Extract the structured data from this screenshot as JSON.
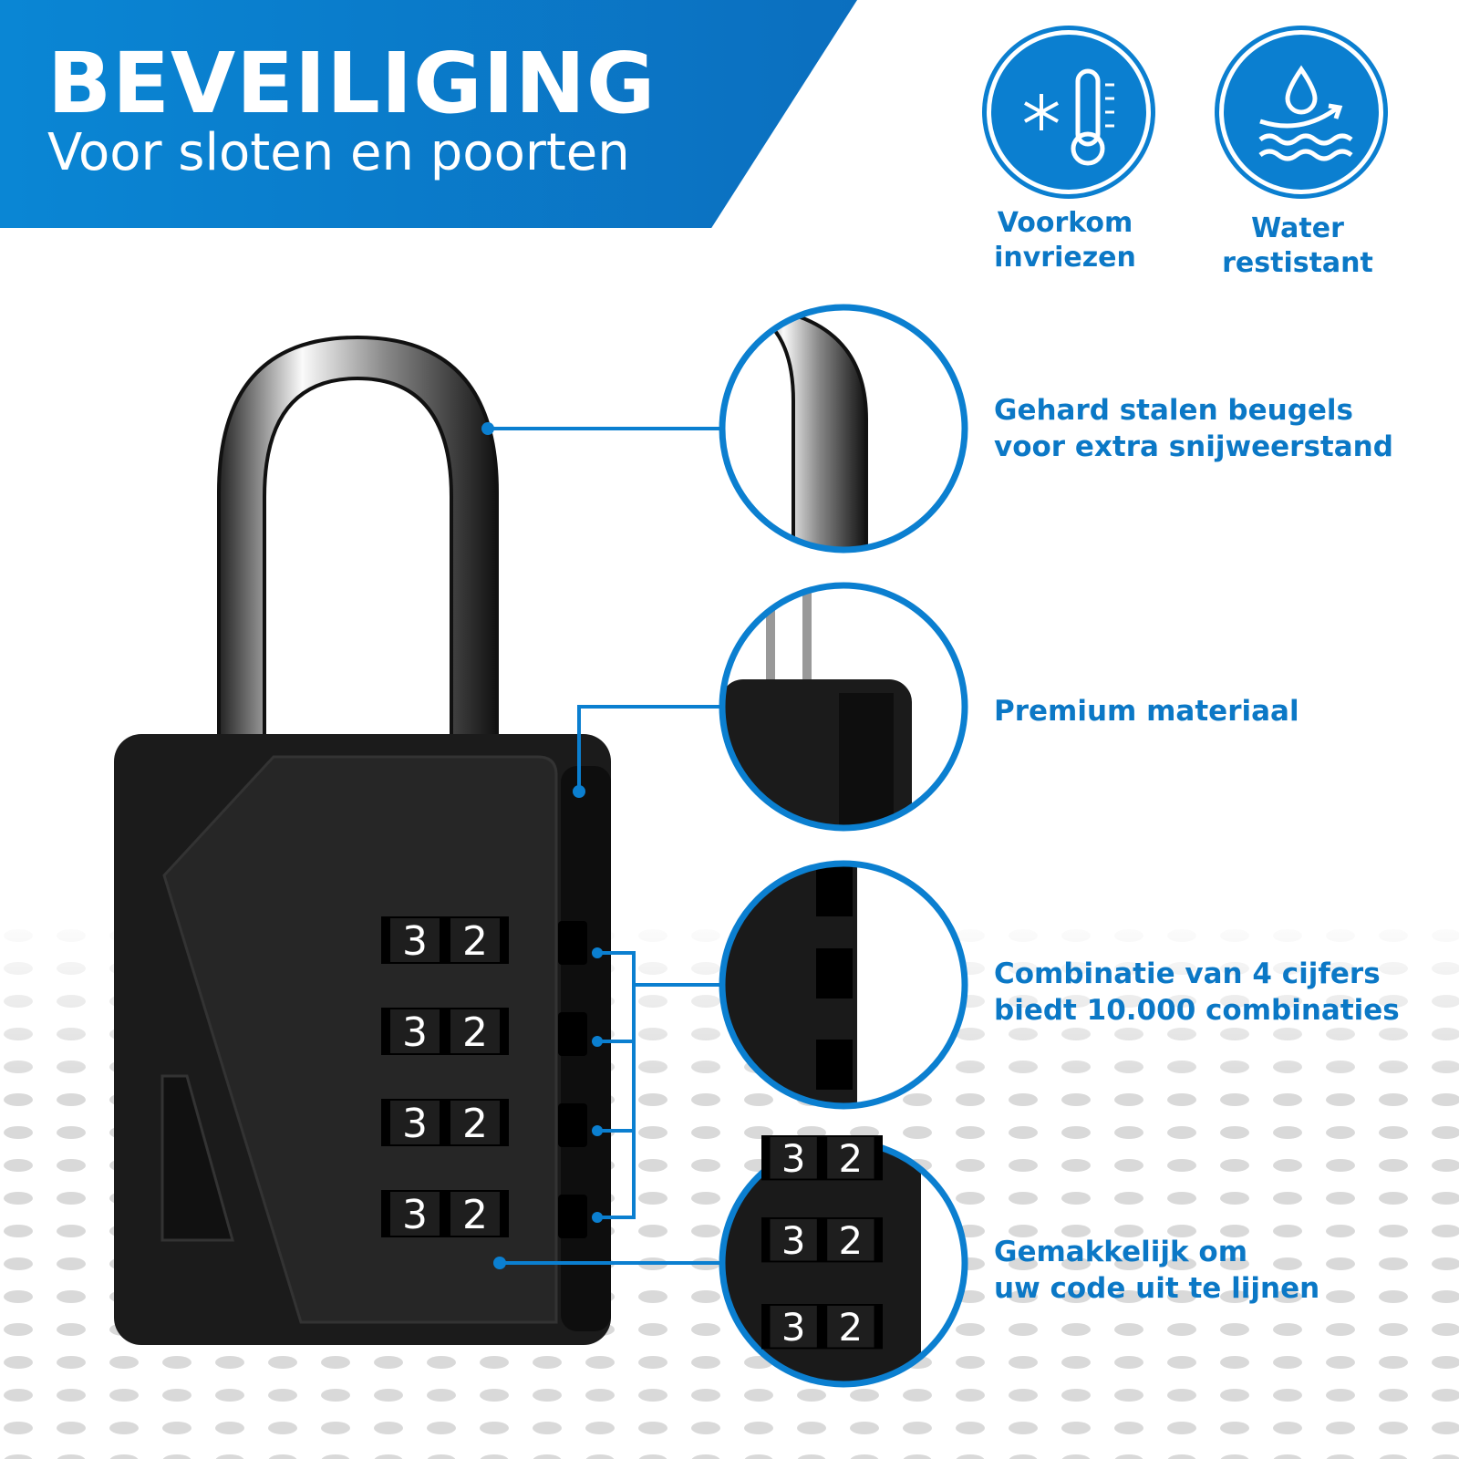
{
  "header": {
    "title": "BEVEILIGING",
    "subtitle": "Voor sloten en poorten"
  },
  "features": [
    {
      "icon": "snowflake-thermometer-icon",
      "line1": "Voorkom",
      "line2": "invriezen"
    },
    {
      "icon": "water-drop-icon",
      "line1": "Water",
      "line2": "restistant"
    }
  ],
  "callouts": [
    {
      "line1": "Gehard stalen beugels",
      "line2": "voor extra snijweerstand"
    },
    {
      "line1": "Premium materiaal",
      "line2": ""
    },
    {
      "line1": "Combinatie van 4 cijfers",
      "line2": "biedt 10.000 combinaties"
    },
    {
      "line1": "Gemakkelijk om",
      "line2": "uw code uit te lijnen"
    }
  ],
  "lock": {
    "digit_a": "3",
    "digit_b": "2"
  },
  "colors": {
    "brand": "#0b7fd0",
    "body": "#1a1a1a"
  }
}
